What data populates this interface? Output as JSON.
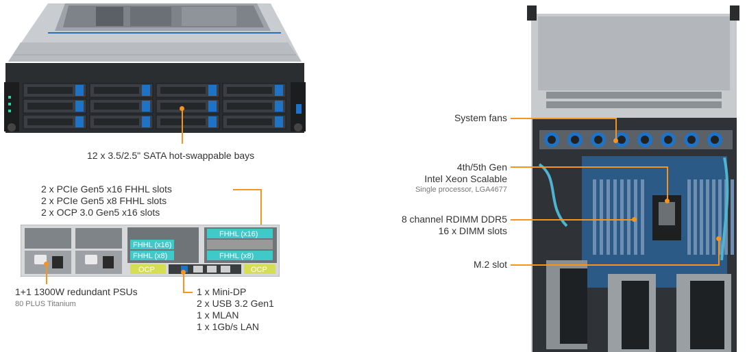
{
  "front": {
    "bays_label": "12 x 3.5/2.5\" SATA hot-swappable bays"
  },
  "rear": {
    "slots_lines": [
      "2 x PCIe Gen5 x16 FHHL slots",
      "2 x PCIe Gen5 x8 FHHL slots",
      "2 x OCP 3.0 Gen5 x16 slots"
    ],
    "psu_label": "1+1 1300W redundant PSUs",
    "psu_sub": "80 PLUS Titanium",
    "io_lines": [
      "1 x Mini-DP",
      "2 x USB 3.2 Gen1",
      "1 x MLAN",
      "1 x 1Gb/s LAN"
    ],
    "slot_marks": {
      "fhhl_x16": "FHHL (x16)",
      "fhhl_x8": "FHHL (x8)",
      "ocp": "OCP"
    }
  },
  "top": {
    "fans_label": "System fans",
    "cpu_lines": [
      "4th/5th Gen",
      "Intel Xeon Scalable"
    ],
    "cpu_sub": "Single processor, LGA4677",
    "dimm_lines": [
      "8 channel RDIMM DDR5",
      "16 x DIMM slots"
    ],
    "m2_label": "M.2 slot"
  },
  "colors": {
    "accent": "#f7941d",
    "bay_blue": "#1f73c6",
    "slot_cyan": "#3fc9c9",
    "ocp_yellow": "#d6de55"
  }
}
